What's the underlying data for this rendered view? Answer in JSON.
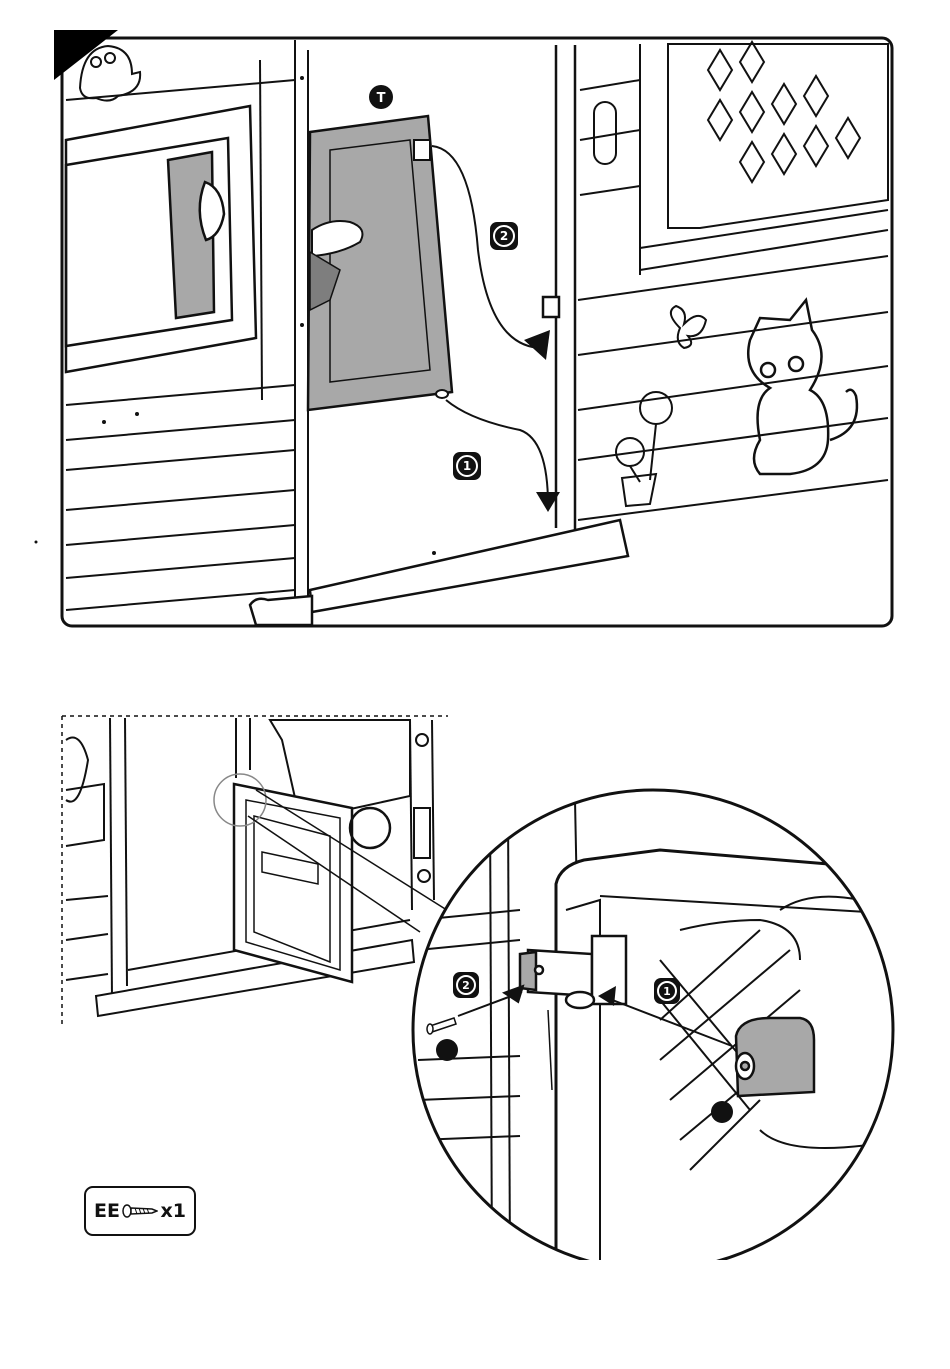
{
  "page": {
    "corner_tab_color": "#000000",
    "line_color": "#111111",
    "panel_fill": "#a8a8a8"
  },
  "step_top": {
    "part_label": "T",
    "callouts": [
      {
        "number": "2"
      },
      {
        "number": "1"
      }
    ]
  },
  "step_bottom": {
    "callouts": [
      {
        "number": "2"
      },
      {
        "number": "1"
      }
    ]
  },
  "hardware": {
    "code": "EE",
    "icon": "screw-icon",
    "quantity": "x1"
  }
}
